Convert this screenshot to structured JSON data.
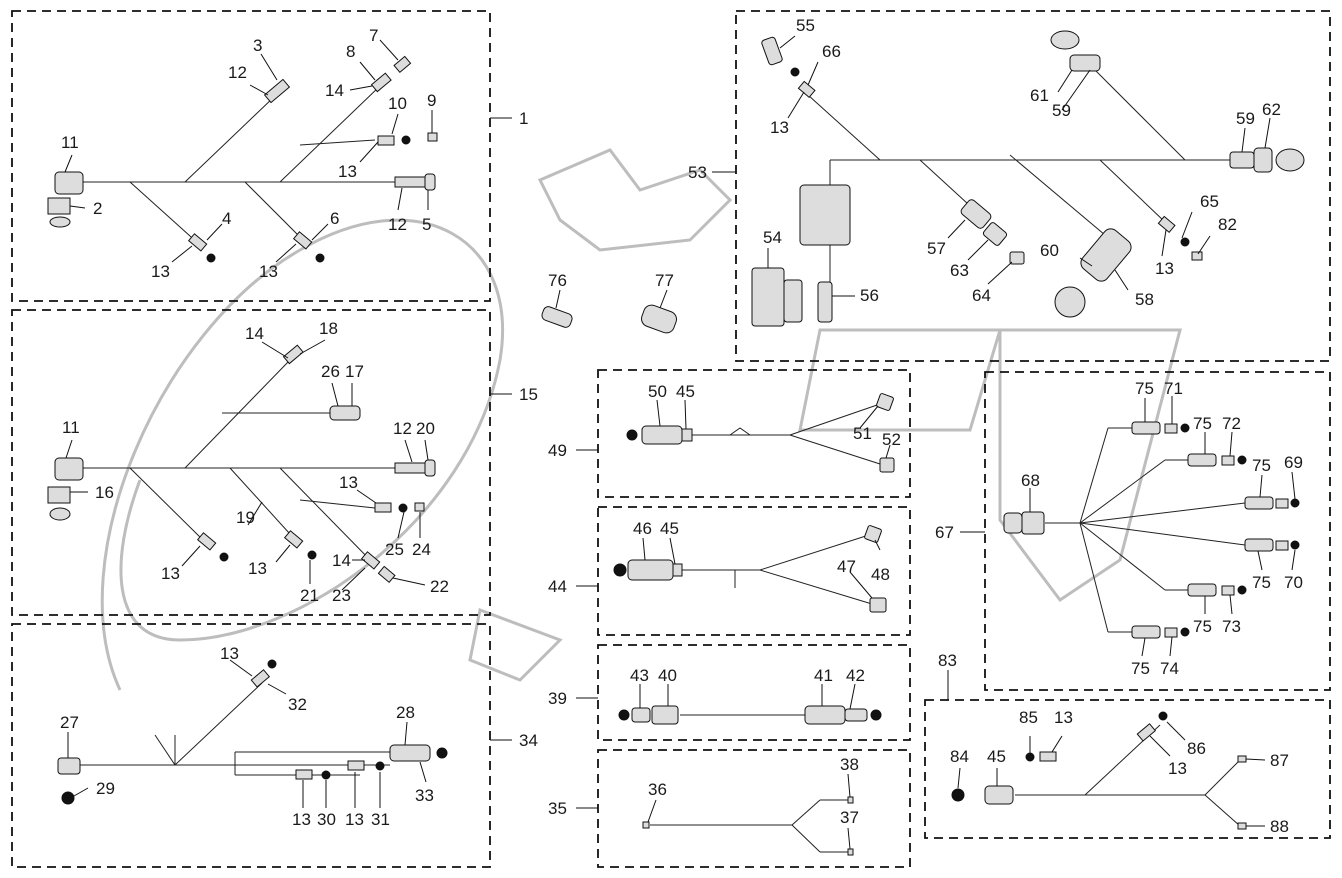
{
  "diagram": {
    "groups": [
      {
        "label": "1"
      },
      {
        "label": "15"
      },
      {
        "label": "34"
      },
      {
        "label": "53"
      },
      {
        "label": "49"
      },
      {
        "label": "44"
      },
      {
        "label": "39"
      },
      {
        "label": "35"
      },
      {
        "label": "67"
      },
      {
        "label": "83"
      }
    ],
    "callouts": [
      "3",
      "12",
      "7",
      "8",
      "14",
      "10",
      "9",
      "11",
      "13",
      "2",
      "12",
      "5",
      "4",
      "6",
      "13",
      "13",
      "14",
      "18",
      "26",
      "17",
      "11",
      "12",
      "20",
      "16",
      "13",
      "19",
      "25",
      "24",
      "13",
      "13",
      "21",
      "14",
      "23",
      "22",
      "13",
      "32",
      "27",
      "28",
      "29",
      "13",
      "30",
      "13",
      "31",
      "33",
      "55",
      "66",
      "13",
      "61",
      "59",
      "59",
      "62",
      "54",
      "56",
      "57",
      "63",
      "64",
      "60",
      "58",
      "65",
      "82",
      "13",
      "76",
      "77",
      "50",
      "45",
      "51",
      "52",
      "46",
      "45",
      "47",
      "48",
      "43",
      "40",
      "41",
      "42",
      "36",
      "38",
      "37",
      "75",
      "71",
      "75",
      "72",
      "75",
      "69",
      "68",
      "75",
      "70",
      "75",
      "73",
      "75",
      "74",
      "85",
      "13",
      "86",
      "13",
      "84",
      "45",
      "87",
      "88"
    ]
  }
}
